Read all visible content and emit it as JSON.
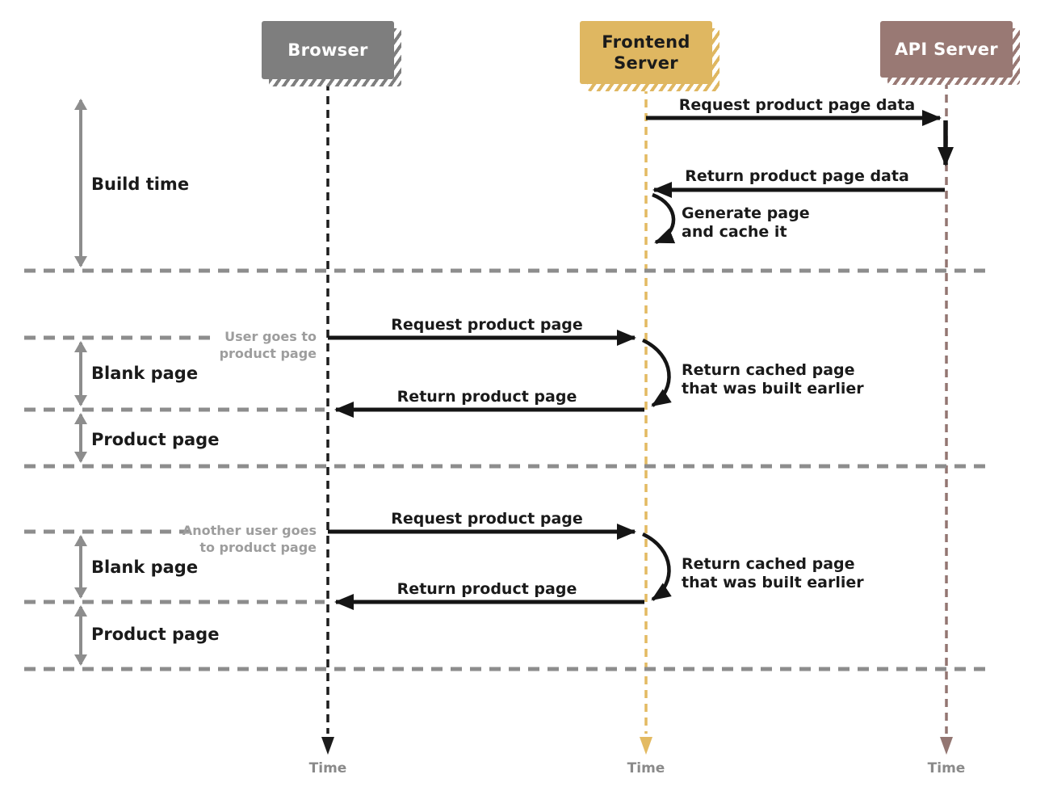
{
  "actors": {
    "browser": {
      "label": "Browser"
    },
    "frontend": {
      "label": "Frontend Server"
    },
    "api": {
      "label": "API Server"
    }
  },
  "phases": {
    "build_time": "Build time",
    "blank_page": "Blank page",
    "product_page": "Product page"
  },
  "messages": {
    "request_data": "Request product page data",
    "return_data": "Return product page data",
    "generate_cache": "Generate page\nand cache it",
    "request_page": "Request product page",
    "return_page": "Return product page",
    "return_cached": "Return cached page\nthat was built earlier"
  },
  "annotations": {
    "user1": "User goes to\nproduct page",
    "user2": "Another user goes\nto product page"
  },
  "time_label": "Time",
  "colors": {
    "browser": "#7e7e7e",
    "frontend": "#dfb761",
    "api": "#997974",
    "arrow_black": "#151515",
    "separator_gray": "#8d8d8d",
    "annotation_gray": "#9d9d9d"
  }
}
